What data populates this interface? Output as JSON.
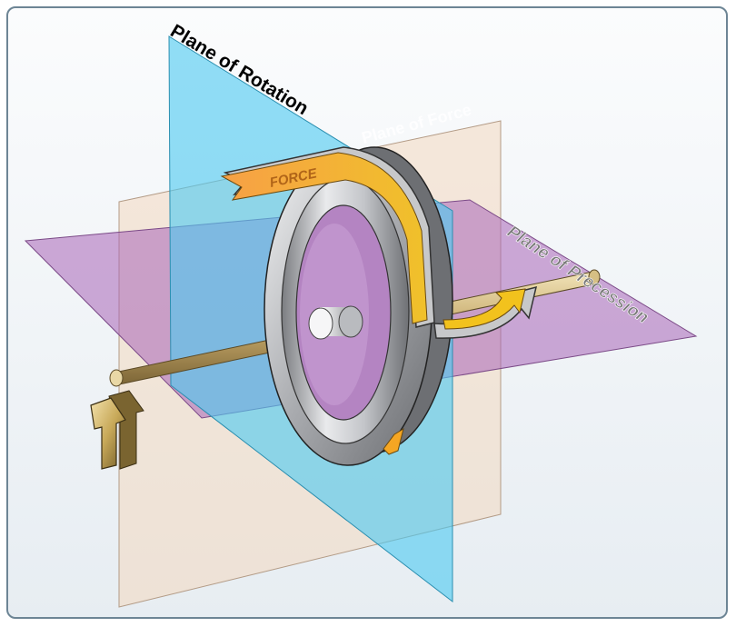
{
  "labels": {
    "plane_of_rotation": "Plane of Rotation",
    "plane_of_force": "Plane of Force",
    "plane_of_precession": "Plane of Precession",
    "force": "FORCE"
  },
  "colors": {
    "rotation_plane": "#5fd2f2",
    "force_plane": "#f4dcc4",
    "precession_plane": "#b77fc4",
    "force_arrow": "#f5a623",
    "wheel": "#b9bbbf",
    "axle": "#c9b27a"
  }
}
